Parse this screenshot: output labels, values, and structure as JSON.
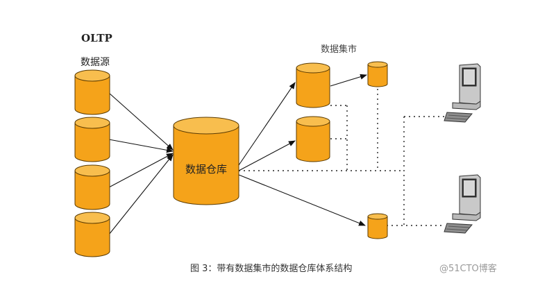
{
  "labels": {
    "oltp": "OLTP",
    "source": "数据源",
    "warehouse": "数据仓库",
    "data_mart": "数据集市",
    "caption": "图 3：带有数据集市的数据仓库体系结构",
    "watermark": "@51CTO博客"
  },
  "icons": {
    "cylinder": "database-cylinder",
    "computer": "desktop-computer-icon"
  },
  "colors": {
    "cylinder_fill": "#F5A31A",
    "cylinder_top": "#F8BE4E",
    "cylinder_stroke": "#5a3a00",
    "arrow": "#111111"
  }
}
